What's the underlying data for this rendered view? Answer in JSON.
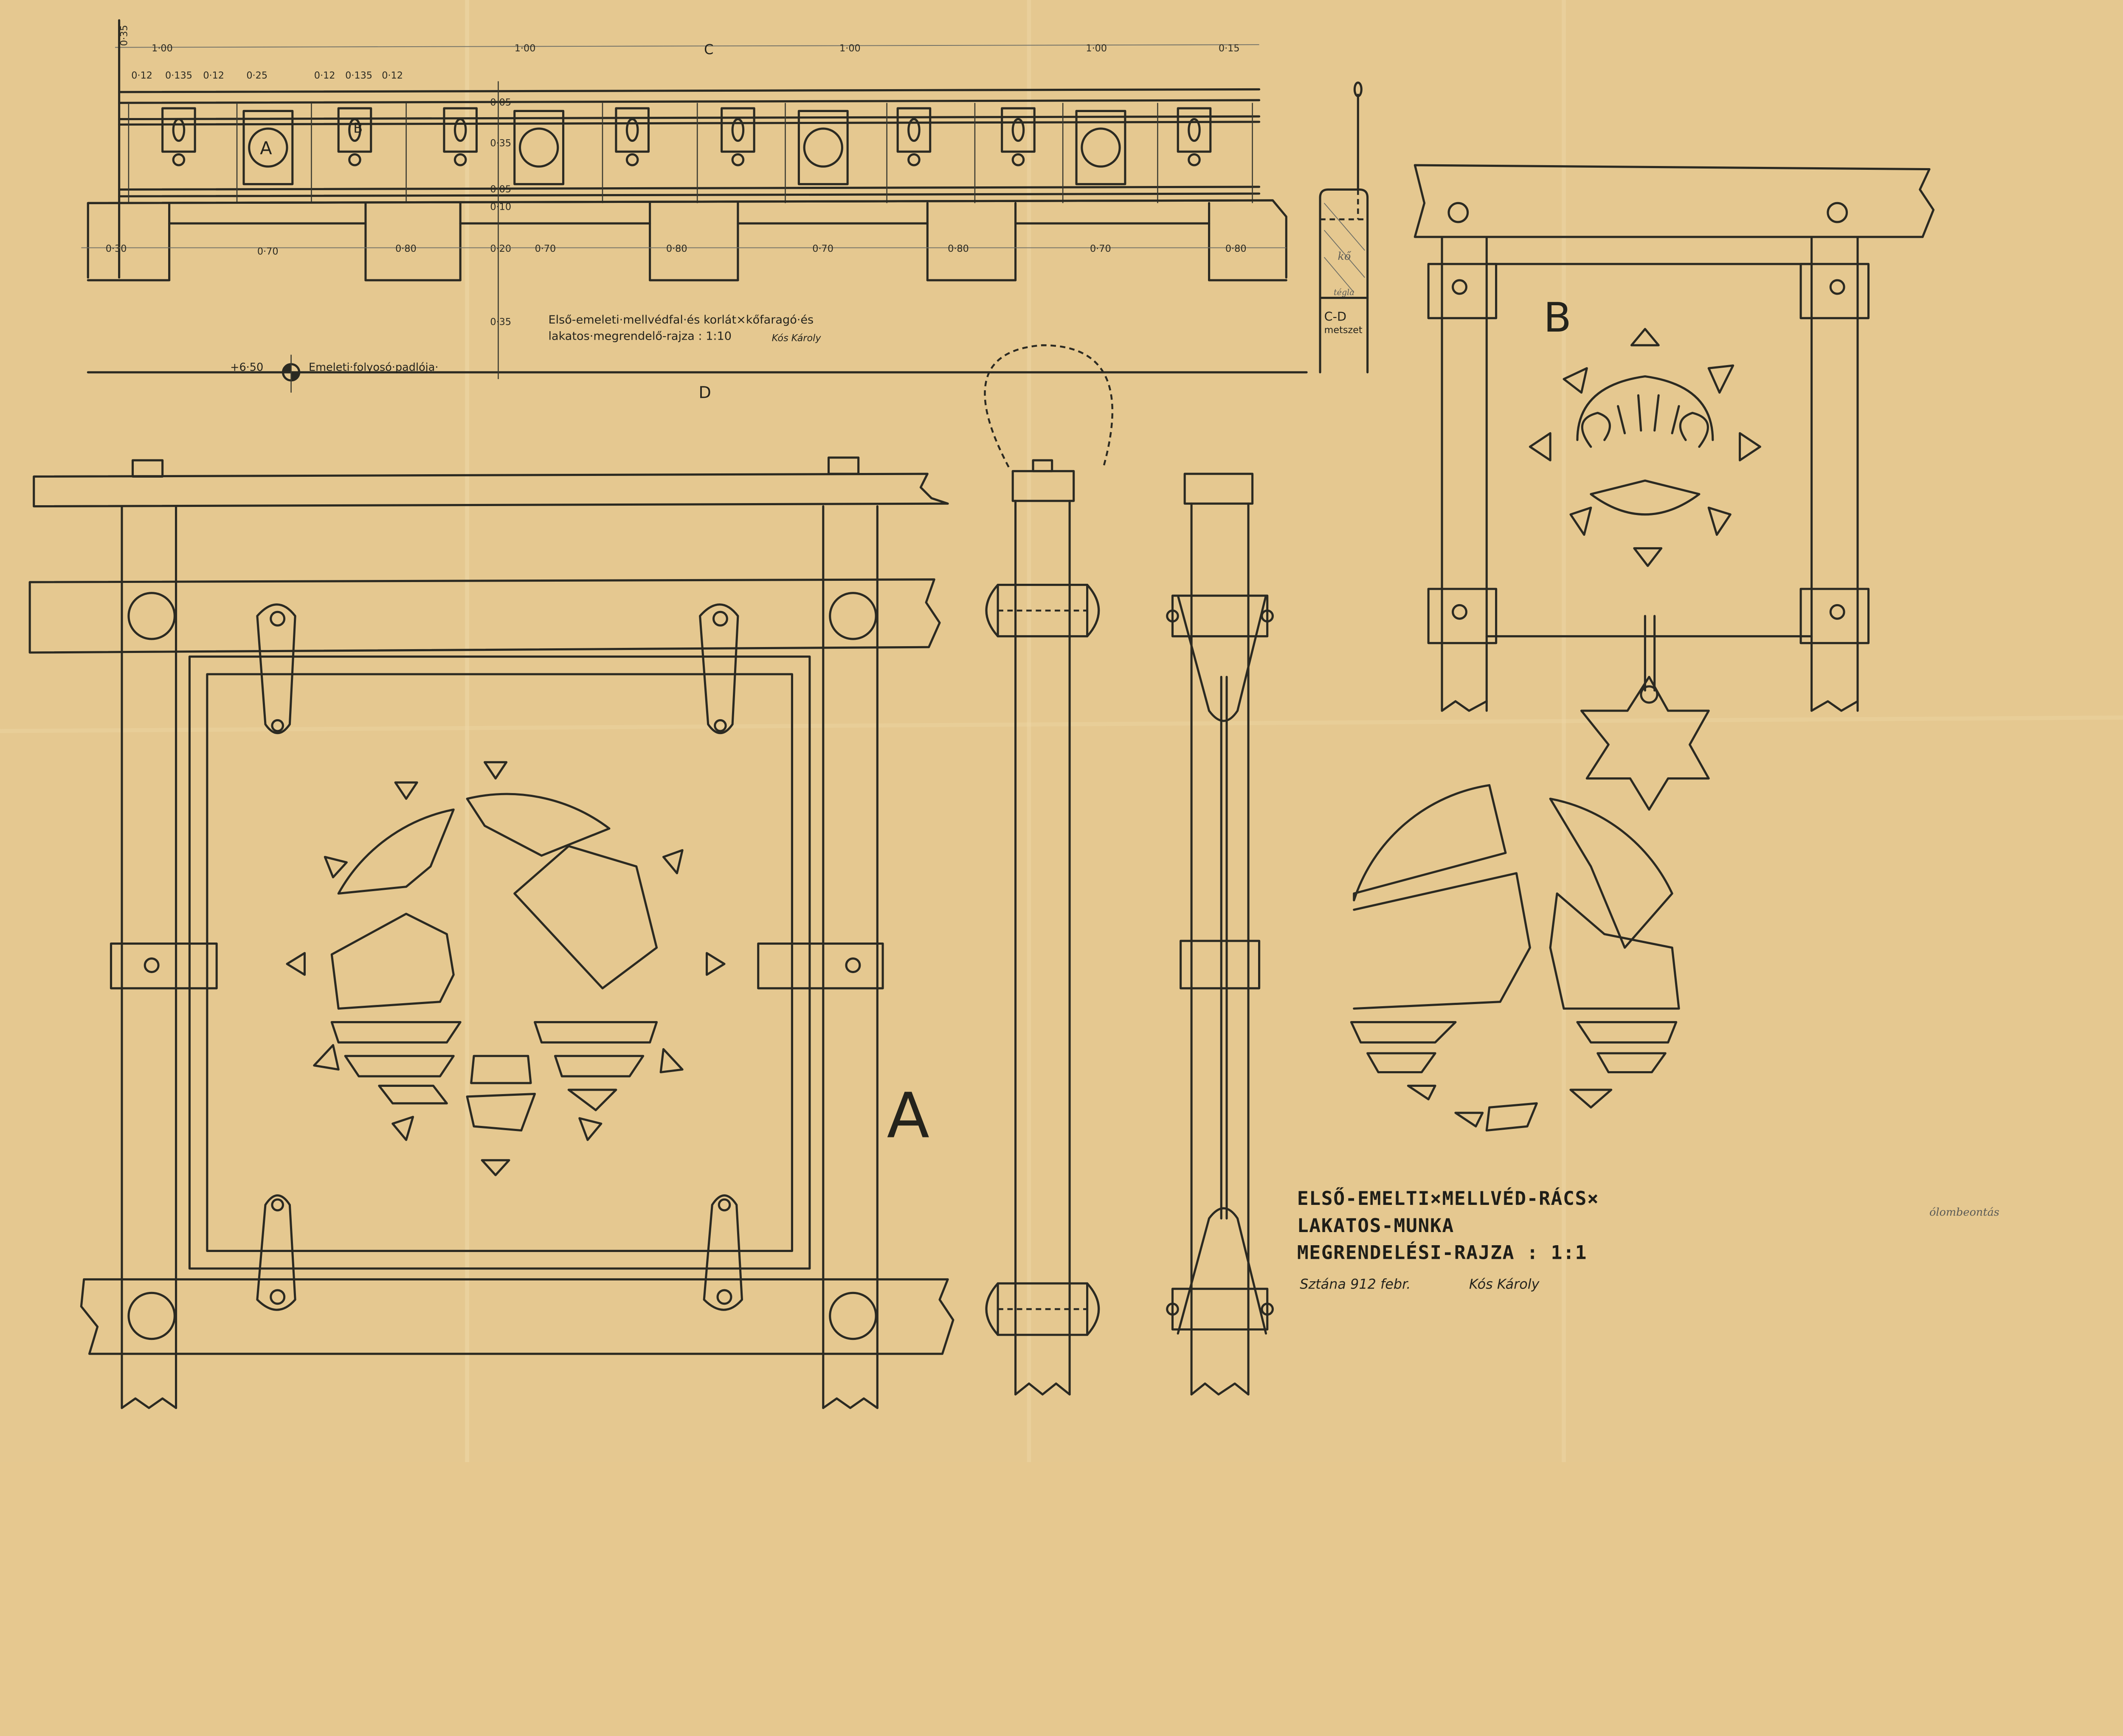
{
  "paper_color": "#e5c890",
  "ink_color": "#2b2a22",
  "elevation": {
    "top_dimensions": [
      "1·00",
      "1·00",
      "1·00",
      "1·00",
      "0·15"
    ],
    "section_mark": "C",
    "left_dim": "0·35",
    "sub_dimensions": [
      "0·12",
      "0·135",
      "0·12",
      "0·25",
      "0·12",
      "0·135",
      "0·12"
    ],
    "panel_labels": [
      "A",
      "B"
    ],
    "vertical_dims": [
      "0·05",
      "0·35",
      "0·05",
      "0·10",
      "0·20",
      "0·35"
    ],
    "bottom_dimensions": [
      "0·30",
      "0·70",
      "0·80",
      "0·70",
      "0·80",
      "0·70",
      "0·80",
      "0·70",
      "0·80"
    ],
    "note_line1": "Első-emeleti·mellvédfal·és korlát×kőfaragó·és",
    "note_line2": "lakatos·megrendelő-rajza : 1:10",
    "note_signature": "Kós Károly",
    "level_value": "+6·50",
    "level_label": "Emeleti·folyosó·padlója·",
    "section_mark_bottom": "D"
  },
  "section_cd": {
    "material_top": "kő",
    "material_bottom": "tégla",
    "label": "C-D",
    "sublabel": "metszet"
  },
  "detail_a": {
    "label": "A"
  },
  "detail_b": {
    "label": "B"
  },
  "title_block": {
    "line1": "ELSŐ-EMELTI×MELLVÉD-RÁCS×",
    "line2": "LAKATOS-MUNKA",
    "line3": "MEGRENDELÉSI-RAJZA : 1:1",
    "place_date": "Sztána 912 febr.",
    "signature": "Kós Károly"
  },
  "pencil_note": "ólombeontás"
}
